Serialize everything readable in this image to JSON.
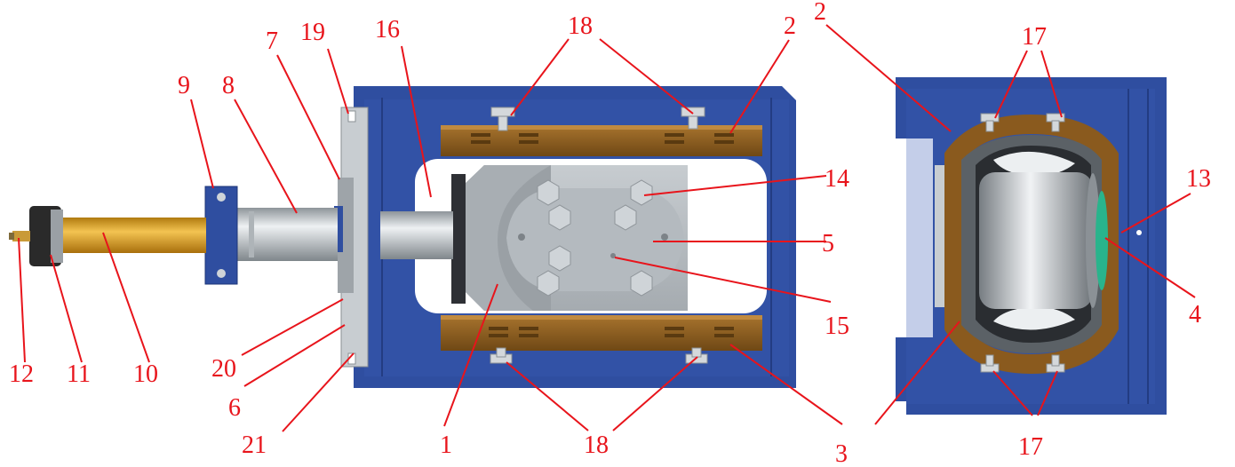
{
  "colors": {
    "label": "#e8141b",
    "leader": "#e8141b",
    "frame_blue": "#2f4ea0",
    "frame_blue_dark": "#233c82",
    "frame_blue_light": "#3b5cb5",
    "brown": "#8a5a1e",
    "brown_light": "#a8742e",
    "steel": "#b9bfc4",
    "steel_dark": "#8d9499",
    "steel_light": "#dfe3e6",
    "gold": "#d89a1c",
    "gold_light": "#f0c050",
    "rubber": "#2a2a2a",
    "glass": "#29b48c"
  },
  "labels": {
    "l1": "1",
    "l2": "2",
    "l3": "3",
    "l4": "4",
    "l5": "5",
    "l6": "6",
    "l7": "7",
    "l8": "8",
    "l9": "9",
    "l10": "10",
    "l11": "11",
    "l12": "12",
    "l13": "13",
    "l14": "14",
    "l15": "15",
    "l16": "16",
    "l17a": "17",
    "l17b": "17",
    "l18a": "18",
    "l18b": "18",
    "l19": "19",
    "l20": "20",
    "l21": "21",
    "l2b": "2",
    "l3b": "3"
  }
}
